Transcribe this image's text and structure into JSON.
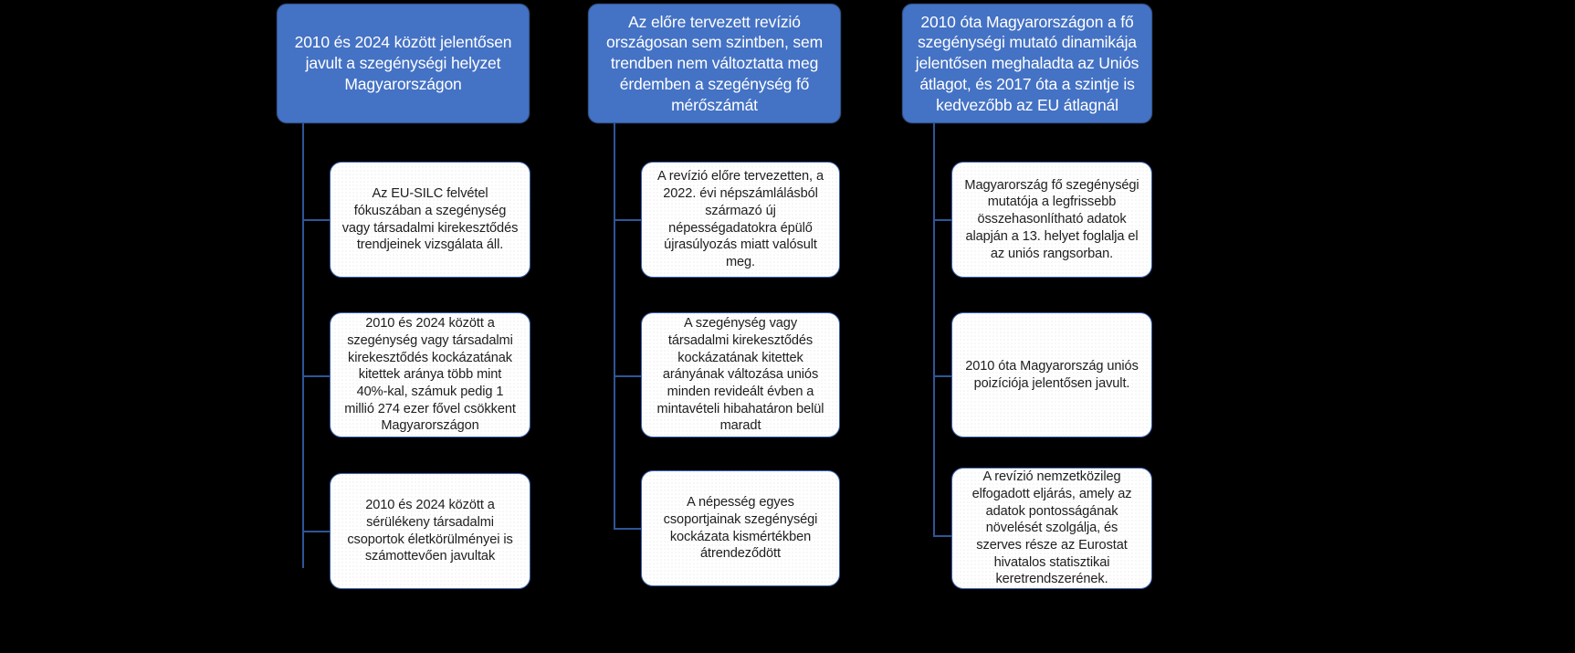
{
  "diagram": {
    "title": "Szegenysegi helyzet Magyarorszagon - attekinto abra",
    "type": "three-column-tree",
    "background_color": "#000000",
    "header_fill_color": "#4472C4",
    "header_text_color": "#FFFFFF",
    "leaf_fill_color": "#FFFFFF",
    "leaf_text_color": "#202020",
    "connector_color": "#2F5597"
  },
  "columns": [
    {
      "id": "column-1",
      "header": {
        "label": "2010 és 2024 között jelentősen javult a szegénységi helyzet Magyarországon"
      },
      "leaves": [
        {
          "label": "Az EU-SILC felvétel fókuszában a szegénység vagy társadalmi kirekesztődés trendjeinek vizsgálata áll."
        },
        {
          "label": "2010 és 2024 között a szegénység vagy társadalmi kirekesztődés kockázatának kitettek aránya több mint 40%-kal, számuk pedig 1 millió 274 ezer fővel csökkent Magyarországon"
        },
        {
          "label": "2010 és 2024 között a sérülékeny társadalmi csoportok életkörülményei is számottevően javultak"
        }
      ]
    },
    {
      "id": "column-2",
      "header": {
        "label": "Az előre tervezett revízió országosan sem szintben, sem trendben nem változtatta meg érdemben a szegénység fő mérőszámát"
      },
      "leaves": [
        {
          "label": "A revízió előre tervezetten, a 2022. évi népszámlálásból származó új népességadatokra épülő újrasúlyozás miatt valósult meg."
        },
        {
          "label": "A szegénység vagy társadalmi kirekesztődés kockázatának kitettek arányának változása uniós minden revideált évben a mintavételi hibahatáron belül maradt"
        },
        {
          "label": "A népesség egyes csoportjainak szegénységi kockázata kismértékben átrendeződött"
        }
      ]
    },
    {
      "id": "column-3",
      "header": {
        "label": "2010 óta Magyarországon a fő szegénységi mutató dinamikája jelentősen meghaladta az Uniós átlagot, és 2017 óta a szintje is kedvezőbb az EU átlagnál"
      },
      "leaves": [
        {
          "label": "Magyarország fő szegénységi mutatója a legfrissebb összehasonlítható adatok alapján a 13. helyet foglalja el az uniós rangsorban."
        },
        {
          "label": "2010 óta Magyarország uniós poizíciója jelentősen javult."
        },
        {
          "label": "A revízió nemzetközileg elfogadott eljárás, amely az adatok pontosságának növelését szolgálja, és szerves része az Eurostat hivatalos statisztikai keretrendszerének."
        }
      ]
    }
  ]
}
